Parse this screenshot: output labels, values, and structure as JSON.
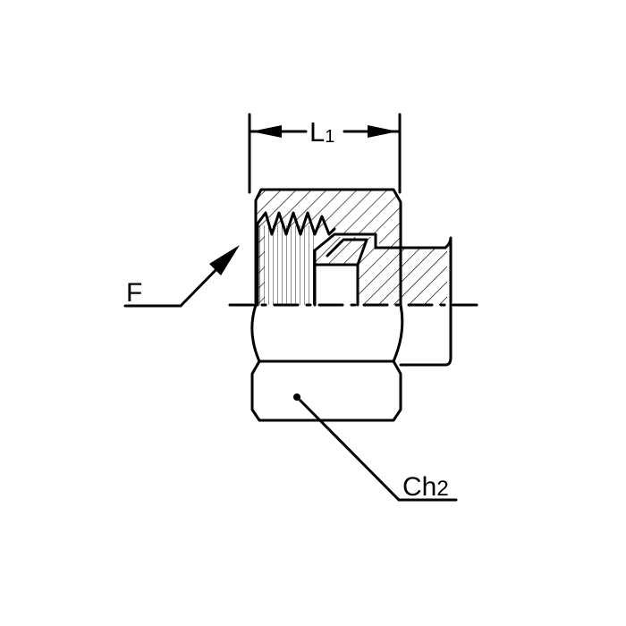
{
  "labels": {
    "length": "L",
    "length_sub": "1",
    "thread": "F",
    "hex": "Ch",
    "hex_sub": "2"
  },
  "colors": {
    "line": "#000000",
    "background": "#ffffff"
  }
}
